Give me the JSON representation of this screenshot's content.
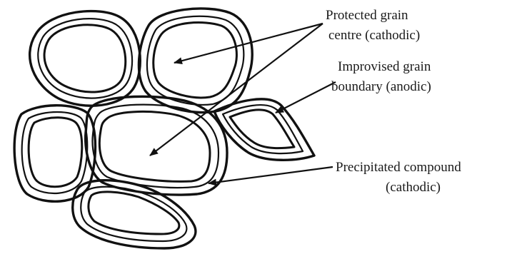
{
  "labels": {
    "protected_line1": "Protected grain",
    "protected_line2": "centre (cathodic)",
    "boundary_line1": "Improvised grain",
    "boundary_line2": "boundary (anodic)",
    "precipitate_line1": "Precipitated compound",
    "precipitate_line2": "(cathodic)"
  }
}
